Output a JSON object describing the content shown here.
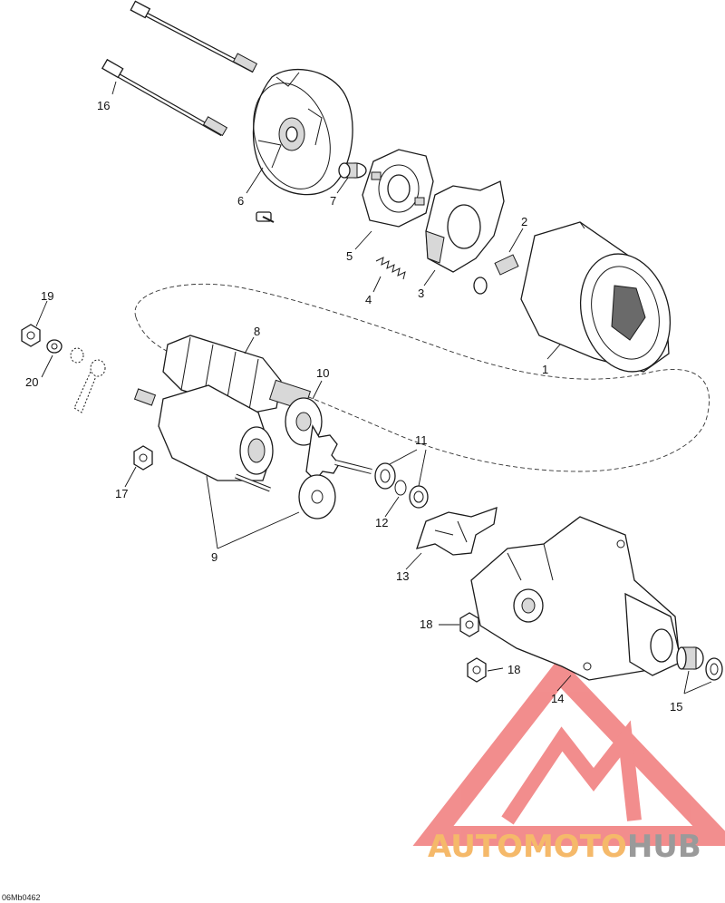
{
  "diagram": {
    "callouts": [
      {
        "id": "c1",
        "text": "1"
      },
      {
        "id": "c2",
        "text": "2"
      },
      {
        "id": "c3",
        "text": "3"
      },
      {
        "id": "c4",
        "text": "4"
      },
      {
        "id": "c5",
        "text": "5"
      },
      {
        "id": "c6",
        "text": "6"
      },
      {
        "id": "c7",
        "text": "7"
      },
      {
        "id": "c8",
        "text": "8"
      },
      {
        "id": "c9",
        "text": "9"
      },
      {
        "id": "c10",
        "text": "10"
      },
      {
        "id": "c11",
        "text": "11"
      },
      {
        "id": "c12",
        "text": "12"
      },
      {
        "id": "c13",
        "text": "13"
      },
      {
        "id": "c14",
        "text": "14"
      },
      {
        "id": "c15",
        "text": "15"
      },
      {
        "id": "c16",
        "text": "16"
      },
      {
        "id": "c17",
        "text": "17"
      },
      {
        "id": "c18a",
        "text": "18"
      },
      {
        "id": "c18b",
        "text": "18"
      },
      {
        "id": "c19",
        "text": "19"
      },
      {
        "id": "c20",
        "text": "20"
      }
    ],
    "figure_code": "06Mb0462"
  },
  "watermark": {
    "brand_part_1": "AUTOMOTO",
    "brand_part_2": "HUB",
    "color_primary": "#f07070",
    "color_secondary": "#f5b96a",
    "color_tertiary": "#9a9a9a"
  }
}
